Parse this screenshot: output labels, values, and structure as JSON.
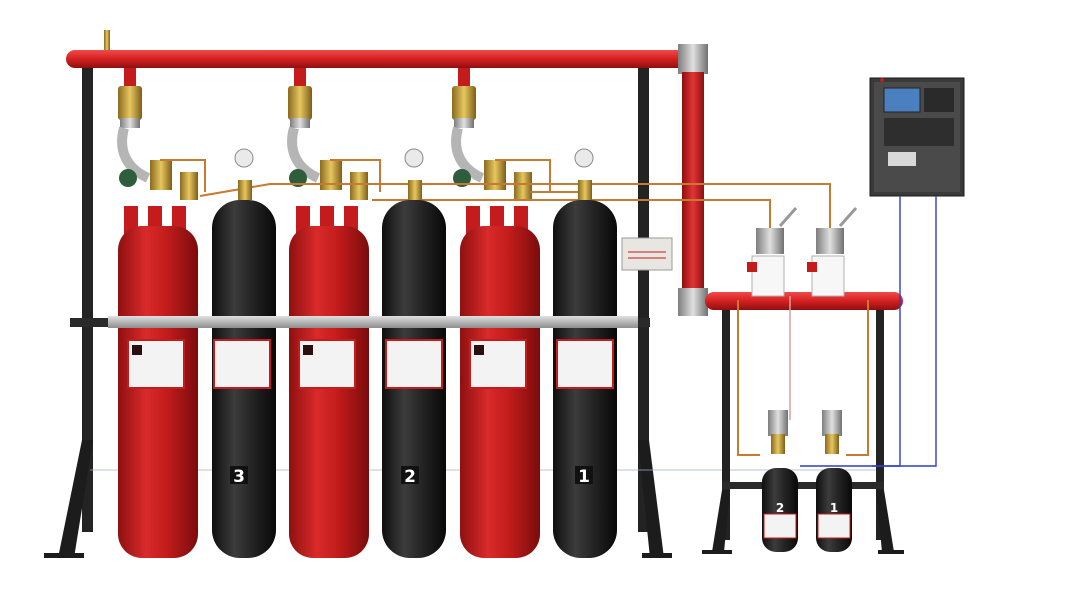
{
  "scene": {
    "description_free": true,
    "colors": {
      "pipe_red": "#d42020",
      "cylinder_red": "#c61b1b",
      "cylinder_black": "#2a2a2a",
      "brass": "#c9a23a",
      "copper_line": "#c87a33",
      "frame": "#232323",
      "strap": "#b9b9b9",
      "panel": "#3a3a3a",
      "wire_blue": "#2b3fc9"
    },
    "main_bank": {
      "black_cylinder_numbers": [
        "3",
        "2",
        "1"
      ]
    },
    "pilot_bank": {
      "cylinder_numbers": [
        "2",
        "1"
      ]
    },
    "control_panel": {
      "icon": "fire-alarm-control-panel-icon"
    }
  }
}
